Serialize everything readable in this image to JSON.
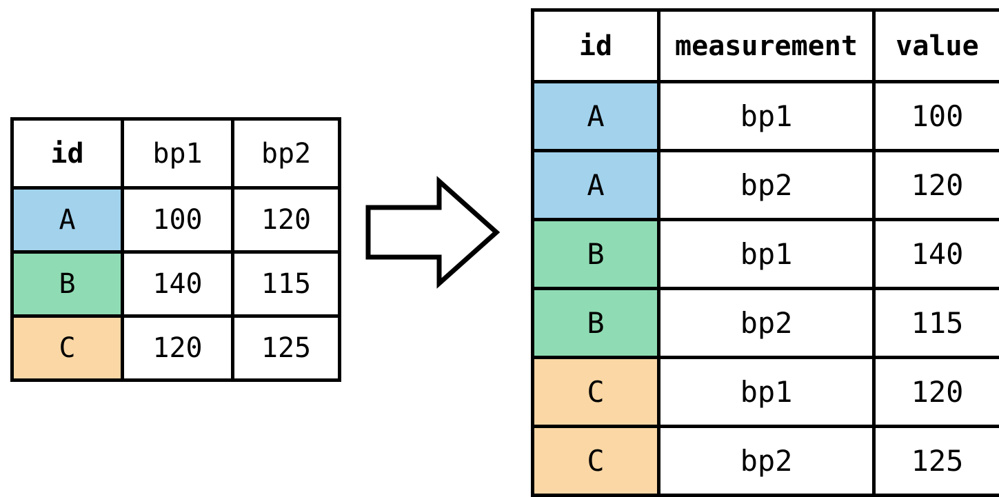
{
  "diagram": {
    "title": "pivot-longer-wide-to-long",
    "arrow": {
      "icon": "right-block-arrow-icon",
      "direction": "right"
    },
    "colors": {
      "id_A": "#a2d2ec",
      "id_B": "#8fdcb4",
      "id_C": "#fad7a5",
      "border": "#000000",
      "background": "#ffffff"
    }
  },
  "wide_table": {
    "name": "wide-table",
    "headers": [
      "id",
      "bp1",
      "bp2"
    ],
    "rows": [
      {
        "id": "A",
        "bp1": "100",
        "bp2": "120",
        "color_key": "id_A"
      },
      {
        "id": "B",
        "bp1": "140",
        "bp2": "115",
        "color_key": "id_B"
      },
      {
        "id": "C",
        "bp1": "120",
        "bp2": "125",
        "color_key": "id_C"
      }
    ]
  },
  "long_table": {
    "name": "long-table",
    "headers": [
      "id",
      "measurement",
      "value"
    ],
    "rows": [
      {
        "id": "A",
        "measurement": "bp1",
        "value": "100",
        "color_key": "id_A"
      },
      {
        "id": "A",
        "measurement": "bp2",
        "value": "120",
        "color_key": "id_A"
      },
      {
        "id": "B",
        "measurement": "bp1",
        "value": "140",
        "color_key": "id_B"
      },
      {
        "id": "B",
        "measurement": "bp2",
        "value": "115",
        "color_key": "id_B"
      },
      {
        "id": "C",
        "measurement": "bp1",
        "value": "120",
        "color_key": "id_C"
      },
      {
        "id": "C",
        "measurement": "bp2",
        "value": "125",
        "color_key": "id_C"
      }
    ]
  }
}
